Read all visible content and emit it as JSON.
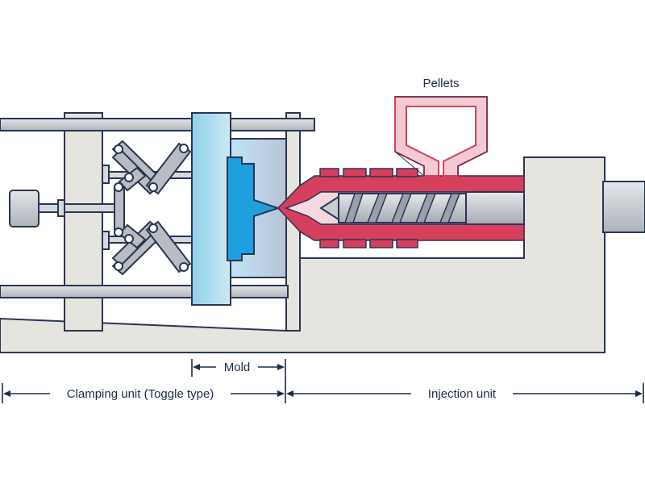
{
  "labels": {
    "pellets": "Pellets",
    "mold": "Mold",
    "clamping_unit": "Clamping unit (Toggle type)",
    "injection_unit": "Injection unit"
  },
  "colors": {
    "outline": "#2a3552",
    "frame": "#e6e4de",
    "rod": "#d5d8dd",
    "mold_light": "#a9dbee",
    "mold_dark": "#1e9fe0",
    "heater": "#d63f5e",
    "barrel_fill": "#f7c7d2",
    "screw": "#c9cdd3",
    "link": "#b8bcc3",
    "text": "#1d2a4a"
  }
}
